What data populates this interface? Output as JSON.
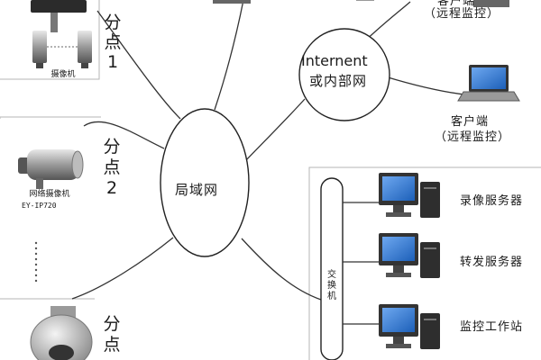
{
  "branches": [
    {
      "char1": "分",
      "char2": "点",
      "num": "1",
      "device": "摄像机"
    },
    {
      "char1": "分",
      "char2": "点",
      "num": "2",
      "device": "网络摄像机",
      "model": "EY-IP720"
    },
    {
      "char1": "分",
      "char2": "点"
    }
  ],
  "lan": {
    "label": "局域网"
  },
  "internet": {
    "line1": "Internent",
    "line2": "或内部网"
  },
  "top_client": {
    "line1": "客户端",
    "line2": "（远程监控）"
  },
  "client": {
    "line1": "客户端",
    "line2": "（远程监控）"
  },
  "switch": {
    "label": "交换机"
  },
  "servers": [
    {
      "label": "录像服务器"
    },
    {
      "label": "转发服务器"
    },
    {
      "label": "监控工作站"
    }
  ],
  "colors": {
    "line": "#333333",
    "screen": "#1c5fb8",
    "screen_light": "#6ea8f0"
  }
}
